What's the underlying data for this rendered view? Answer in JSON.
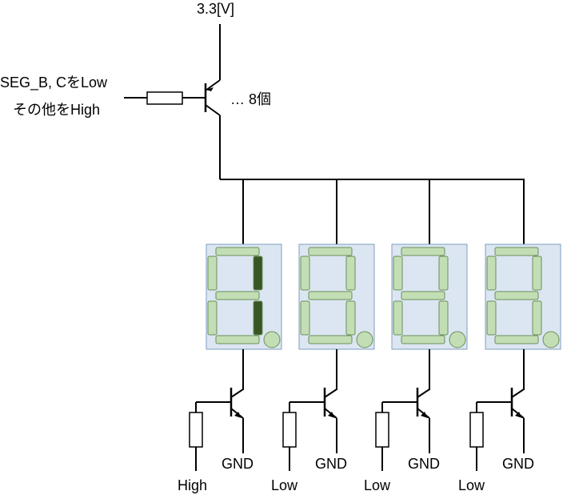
{
  "supply": {
    "label": "3.3[V]"
  },
  "input": {
    "line1": "SEG_B, CをLow",
    "line2": "その他をHigh"
  },
  "transistor_count": {
    "label": "… 8個"
  },
  "digits": [
    {
      "control": "High",
      "ground": "GND",
      "lit_segments": [
        "b",
        "c"
      ]
    },
    {
      "control": "Low",
      "ground": "GND",
      "lit_segments": []
    },
    {
      "control": "Low",
      "ground": "GND",
      "lit_segments": []
    },
    {
      "control": "Low",
      "ground": "GND",
      "lit_segments": []
    }
  ],
  "colors": {
    "wire": "#000000",
    "display_bg": "#dce6f2",
    "display_border": "#7f9fbf",
    "segment_off": "#c3deb4",
    "segment_on": "#375623",
    "segment_stroke": "#6a8f5a"
  }
}
